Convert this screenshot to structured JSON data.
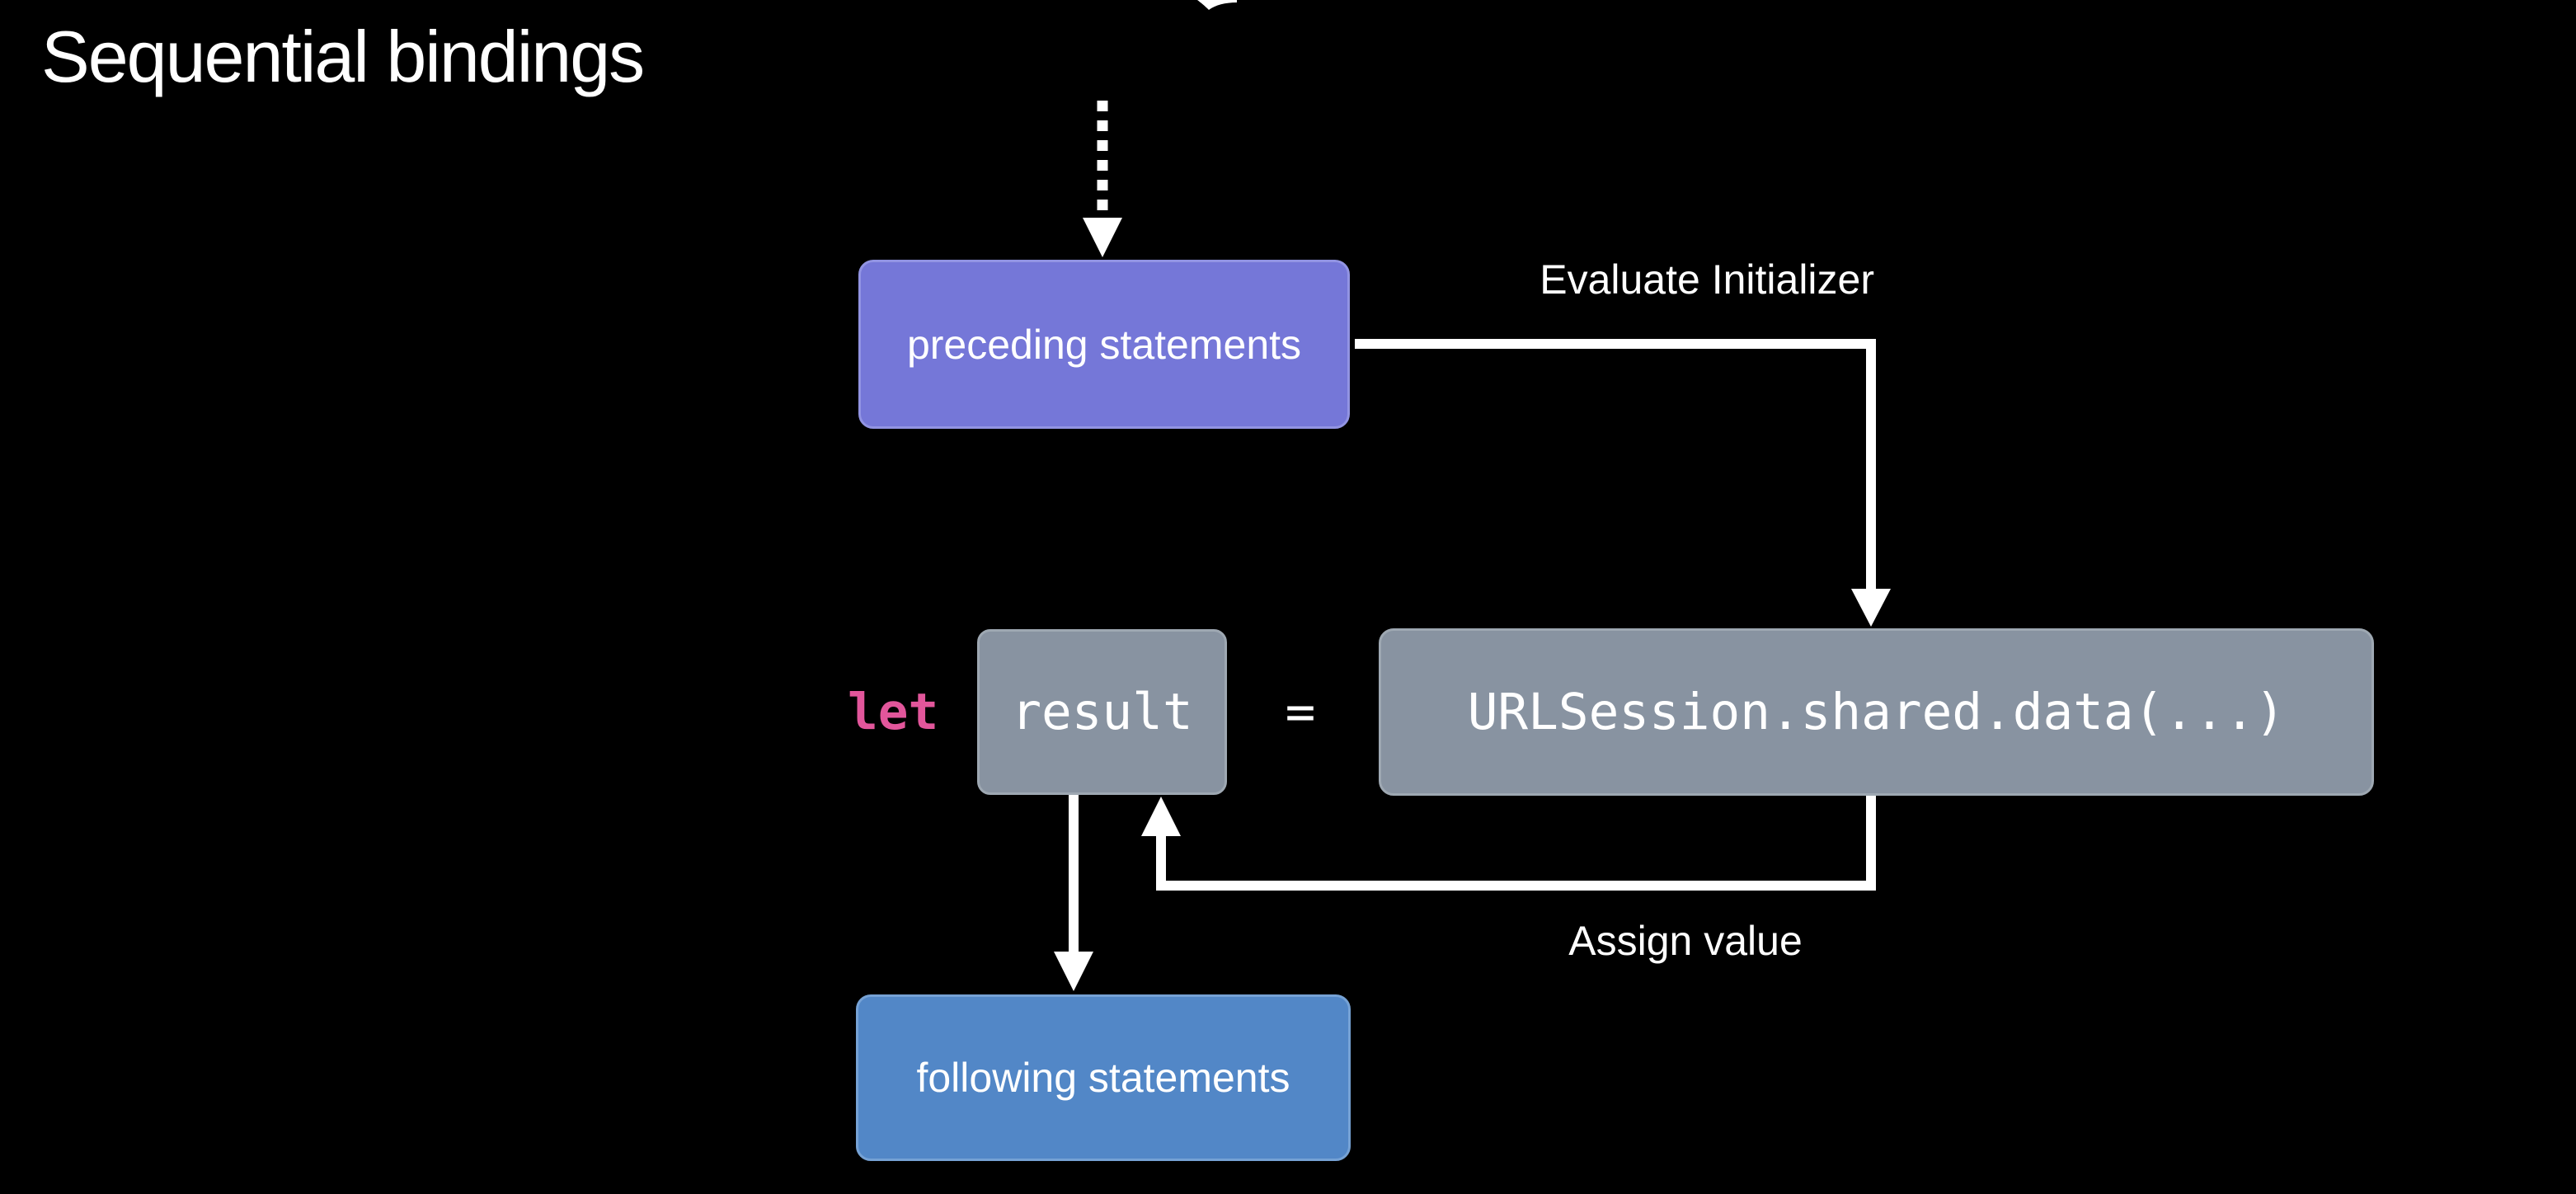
{
  "slide": {
    "title": "Sequential bindings"
  },
  "diagram": {
    "nodes": {
      "preceding": {
        "label": "preceding statements"
      },
      "following": {
        "label": "following statements"
      },
      "result": {
        "label": "result"
      },
      "initializer": {
        "label": "URLSession.shared.data(...)"
      }
    },
    "code": {
      "keyword": "let",
      "equals": "="
    },
    "arrow_labels": {
      "evaluate": "Evaluate Initializer",
      "assign": "Assign value"
    }
  },
  "colors": {
    "background": "#000000",
    "text": "#ffffff",
    "arrow": "#ffffff",
    "keyword_pink": "#e2569b",
    "preceding_fill": "#7577d8",
    "preceding_border": "#9294e3",
    "code_box_fill": "#8893a1",
    "code_box_border": "#9ea8b2",
    "following_fill": "#5287c7",
    "following_border": "#76a2d5"
  }
}
